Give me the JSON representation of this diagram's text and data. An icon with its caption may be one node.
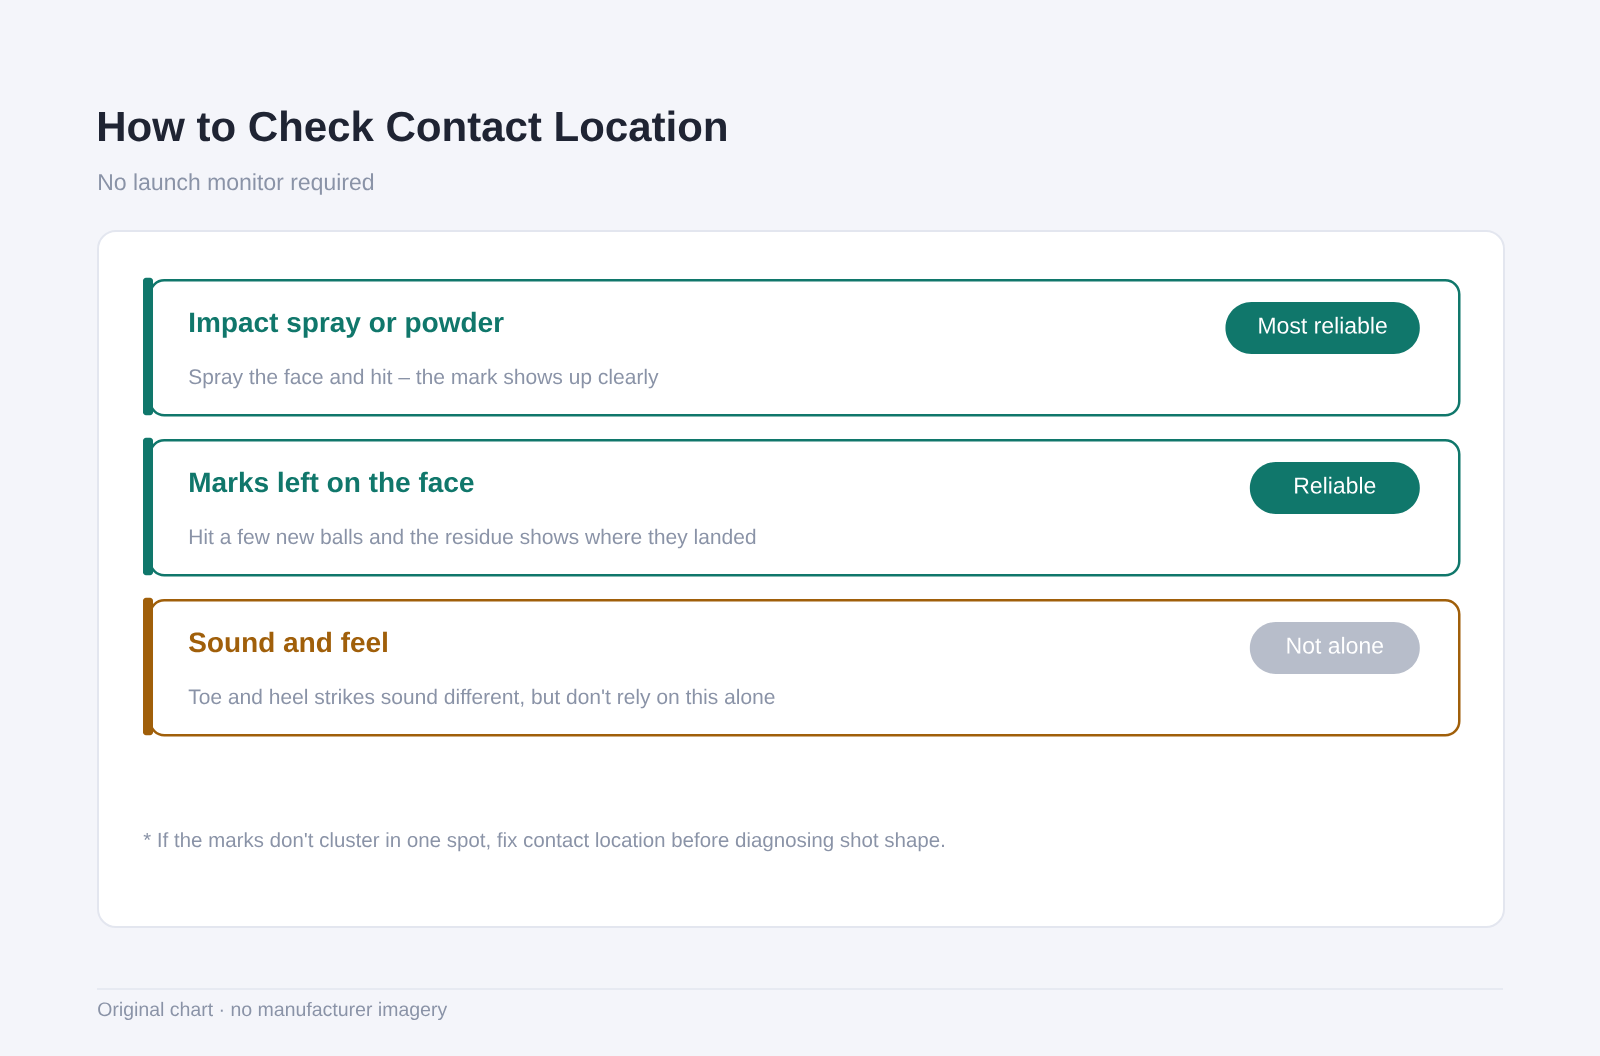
{
  "diagram": {
    "title": "How to Check Contact Location",
    "caption": "Original chart · no manufacturer imagery",
    "labels": [
      "No launch monitor required"
    ],
    "nodes": [
      {
        "text": [
          "* If the marks don't cluster in one spot, fix contact location before diagnosing shot shape."
        ]
      },
      {
        "text": [
          "Impact spray or powder",
          "Spray the face and hit – the mark shows up clearly"
        ],
        "in": 0
      },
      {
        "text": [
          "Most reliable"
        ],
        "in": 1
      },
      {
        "text": [
          "Marks left on the face",
          "Hit a few new balls and the residue shows where they landed"
        ],
        "in": 0
      },
      {
        "text": [
          "Reliable"
        ],
        "in": 3
      },
      {
        "text": [
          "Sound and feel",
          "Toe and heel strikes sound different, but don't rely on this alone"
        ],
        "in": 0
      },
      {
        "text": [
          "Not alone"
        ],
        "in": 5
      }
    ]
  }
}
